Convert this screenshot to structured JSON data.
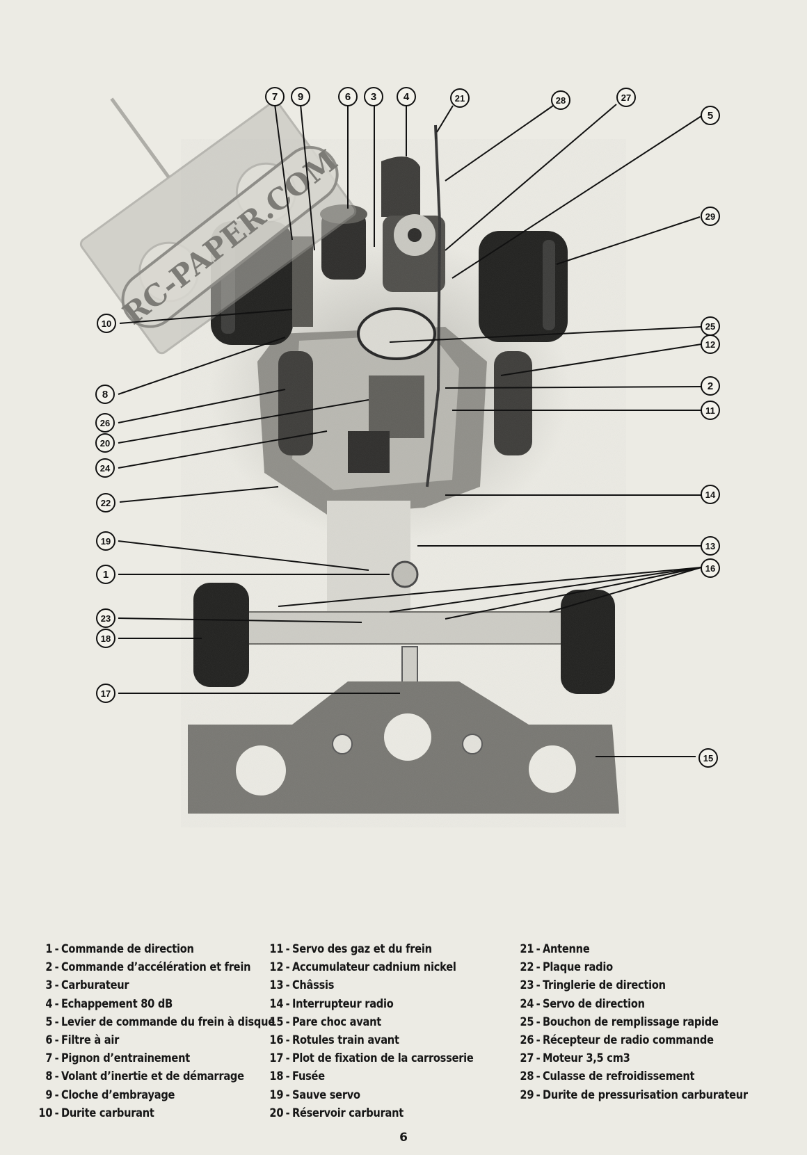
{
  "watermark": "RC-PAPER.COM",
  "callout_numbers": [
    "1",
    "2",
    "3",
    "4",
    "5",
    "6",
    "7",
    "8",
    "9",
    "10",
    "11",
    "12",
    "13",
    "14",
    "15",
    "16",
    "17",
    "18",
    "19",
    "20",
    "21",
    "22",
    "23",
    "24",
    "25",
    "26",
    "27",
    "28",
    "29"
  ],
  "legend": {
    "col1": [
      {
        "num": "1",
        "text": "Commande de direction"
      },
      {
        "num": "2",
        "text": "Commande d’accélération et frein"
      },
      {
        "num": "3",
        "text": "Carburateur"
      },
      {
        "num": "4",
        "text": "Echappement 80 dB"
      },
      {
        "num": "5",
        "text": "Levier de commande du frein à disque"
      },
      {
        "num": "6",
        "text": "Filtre à air"
      },
      {
        "num": "7",
        "text": "Pignon d’entrainement"
      },
      {
        "num": "8",
        "text": "Volant d’inertie et de démarrage"
      },
      {
        "num": "9",
        "text": "Cloche d’embrayage"
      },
      {
        "num": "10",
        "text": "Durite carburant"
      }
    ],
    "col2": [
      {
        "num": "11",
        "text": "Servo des gaz et du frein"
      },
      {
        "num": "12",
        "text": "Accumulateur cadnium nickel"
      },
      {
        "num": "13",
        "text": "Châssis"
      },
      {
        "num": "14",
        "text": "Interrupteur radio"
      },
      {
        "num": "15",
        "text": "Pare choc avant"
      },
      {
        "num": "16",
        "text": "Rotules train avant"
      },
      {
        "num": "17",
        "text": "Plot de fixation de la carrosserie"
      },
      {
        "num": "18",
        "text": "Fusée"
      },
      {
        "num": "19",
        "text": "Sauve servo"
      },
      {
        "num": "20",
        "text": "Réservoir carburant"
      }
    ],
    "col3": [
      {
        "num": "21",
        "text": "Antenne"
      },
      {
        "num": "22",
        "text": "Plaque radio"
      },
      {
        "num": "23",
        "text": "Tringlerie de direction"
      },
      {
        "num": "24",
        "text": "Servo de direction"
      },
      {
        "num": "25",
        "text": "Bouchon de remplissage rapide"
      },
      {
        "num": "26",
        "text": "Récepteur de radio commande"
      },
      {
        "num": "27",
        "text": "Moteur 3,5 cm3"
      },
      {
        "num": "28",
        "text": "Culasse de refroidissement"
      },
      {
        "num": "29",
        "text": "Durite de pressurisation carburateur"
      }
    ]
  },
  "page_number": "6"
}
